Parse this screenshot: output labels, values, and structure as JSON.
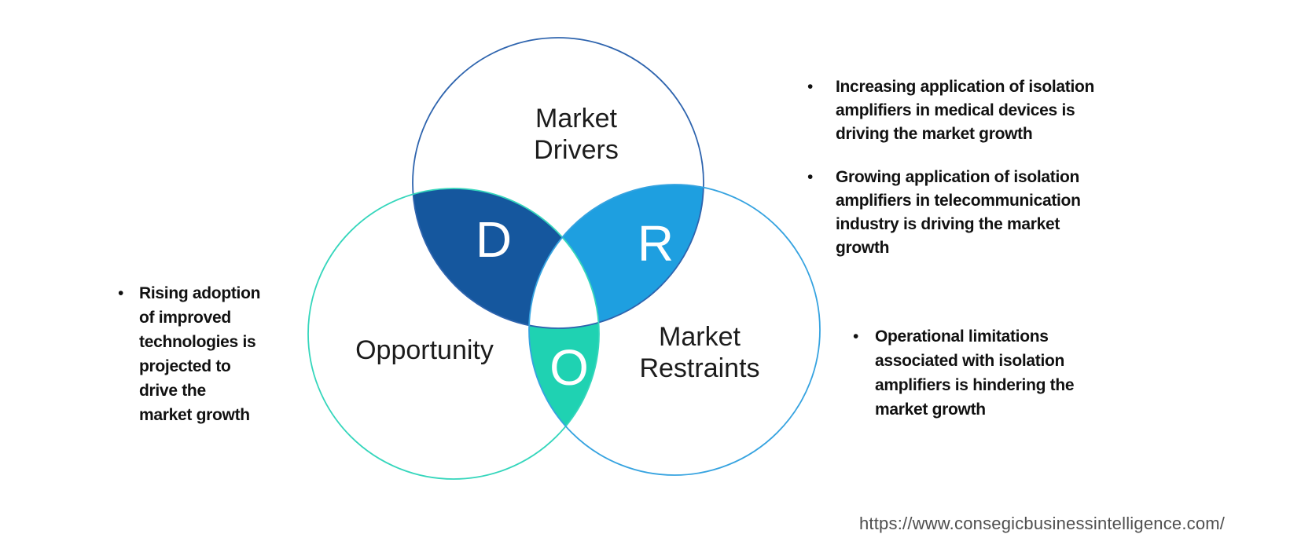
{
  "diagram": {
    "circles": {
      "drivers": {
        "label": "Market\nDrivers",
        "letter": "D",
        "outline_color": "#2E64AE",
        "lens_color": "#15579E"
      },
      "opportunity": {
        "label": "Opportunity",
        "letter": "O",
        "outline_color": "#35D6BC",
        "lens_color": "#1FD2B2"
      },
      "restraints": {
        "label": "Market\nRestraints",
        "letter": "R",
        "outline_color": "#36A3E0",
        "lens_color": "#1E9FE0"
      }
    }
  },
  "bullets": {
    "marker": "•",
    "opportunity_note": "Rising adoption\nof improved\ntechnologies is\nprojected to\ndrive the\nmarket growth",
    "driver_notes": [
      "Increasing application of isolation\namplifiers in medical devices is\ndriving the market growth",
      "Growing application of isolation\namplifiers in telecommunication\nindustry is driving the market\ngrowth"
    ],
    "restraint_note": "Operational limitations\nassociated with isolation\namplifiers is hindering the\nmarket growth"
  },
  "footer": {
    "source_url": "https://www.consegicbusinessintelligence.com/"
  }
}
